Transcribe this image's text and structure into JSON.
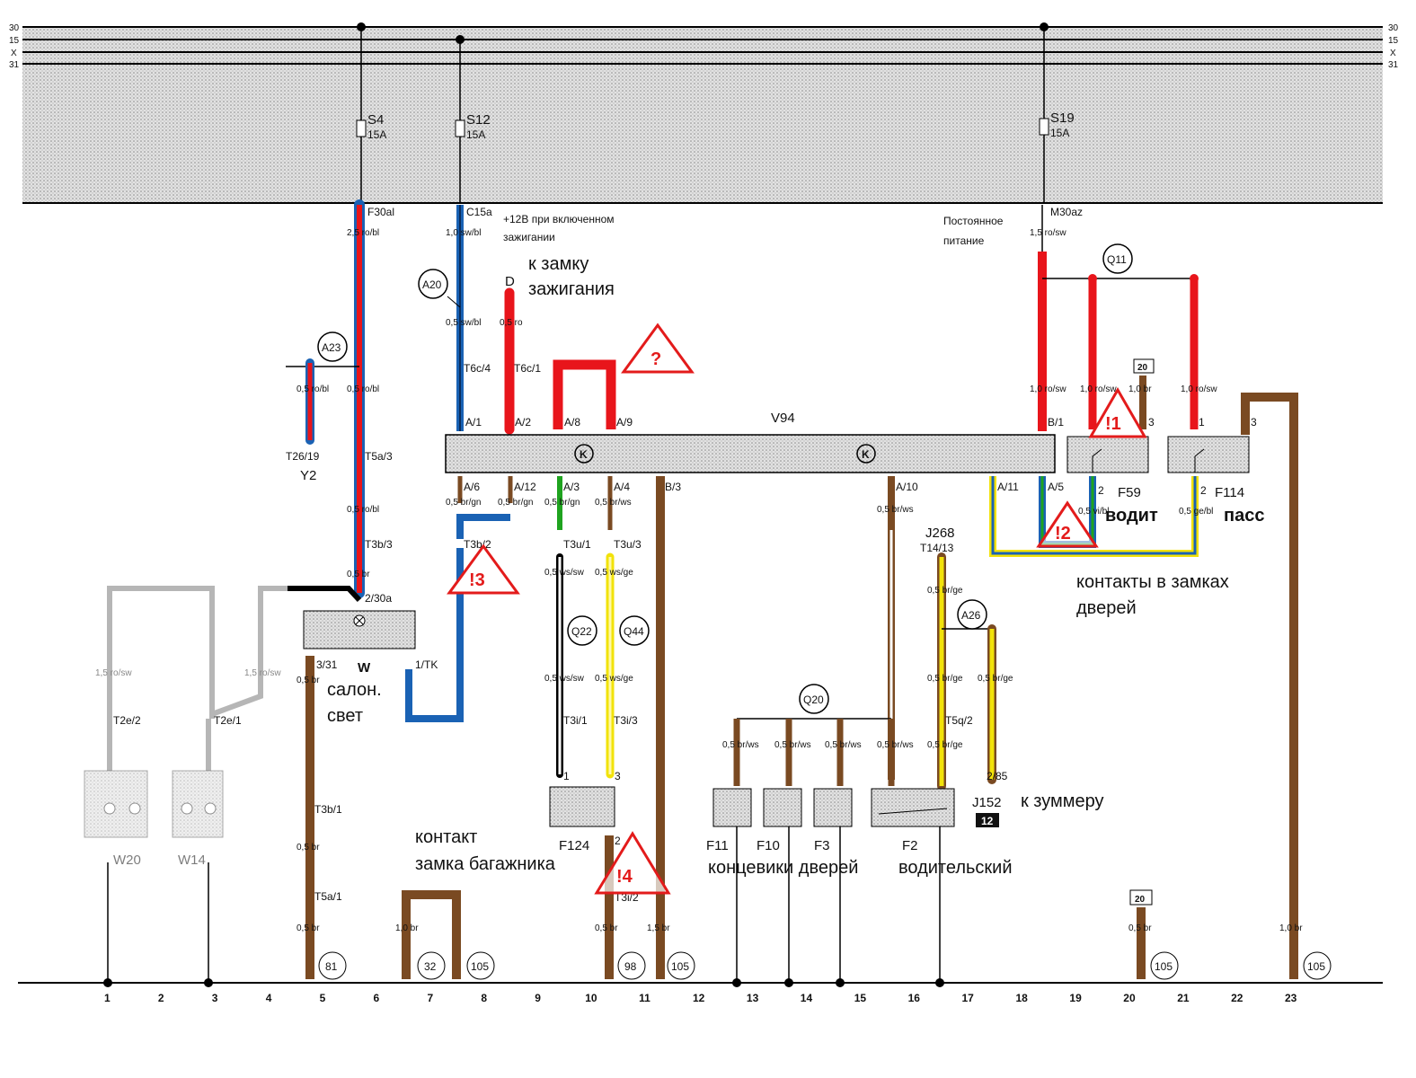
{
  "bus": {
    "left_labels": [
      "30",
      "15",
      "X",
      "31"
    ],
    "right_labels": [
      "30",
      "15",
      "X",
      "31"
    ]
  },
  "fuses": [
    {
      "id": "S4",
      "rating": "15A",
      "terminal": "F30al"
    },
    {
      "id": "S12",
      "rating": "15A",
      "terminal": "C15a"
    },
    {
      "id": "S19",
      "rating": "15A",
      "terminal": "M30az"
    }
  ],
  "notes": {
    "ignition_line1": "+12В при включенном",
    "ignition_line2": "зажигании",
    "permanent_line1": "Постоянное",
    "permanent_line2": "питание",
    "to_ignition_lock_1": "к замку",
    "to_ignition_lock_2": "зажигания",
    "ignition_lock_label": "D",
    "door_contacts_1": "контакты в замках",
    "door_contacts_2": "дверей",
    "trunk_contact_1": "контакт",
    "trunk_contact_2": "замка багажника",
    "door_switches": "концевики дверей",
    "driver_switch": "водительский",
    "to_buzzer": "к зуммеру",
    "salon_light_1": "салон.",
    "salon_light_2": "свет",
    "driver": "водит",
    "passenger": "пасс"
  },
  "warnings": [
    "?",
    "!1",
    "!2",
    "!3",
    "!4"
  ],
  "components": {
    "v94": "V94",
    "v94_k": "K",
    "w": "W",
    "w20": "W20",
    "w14": "W14",
    "y2": "Y2",
    "y2_conn": "T26/19",
    "f124": "F124",
    "f59": "F59",
    "f114": "F114",
    "f11": "F11",
    "f10": "F10",
    "f3": "F3",
    "f2": "F2",
    "j268": "J268",
    "j268_conn": "T14/13",
    "j152": "J152",
    "j152_box": "12",
    "box20": "20"
  },
  "nodes": [
    "A20",
    "A23",
    "A26",
    "Q11",
    "Q20",
    "Q22",
    "Q44"
  ],
  "v94_pins_top": [
    "A/1",
    "A/2",
    "A/8",
    "A/9",
    "B/1"
  ],
  "v94_pins_bottom": [
    "A/6",
    "A/12",
    "A/3",
    "A/4",
    "B/3",
    "A/10",
    "A/11",
    "A/5"
  ],
  "connectors": [
    "T6c/4",
    "T6c/1",
    "T5a/3",
    "T3b/3",
    "T3b/2",
    "T3u/1",
    "T3u/3",
    "T3i/1",
    "T3i/3",
    "T3i/2",
    "T3b/1",
    "T5a/1",
    "T5q/2",
    "T2e/2",
    "T2e/1",
    "2/30a",
    "3/31",
    "1/TK",
    "2/85"
  ],
  "wires": [
    "2,5 ro/bl",
    "1,0 sw/bl",
    "0,5 sw/bl",
    "0,5 ro",
    "0,5 ro/bl",
    "1,5 ro/sw",
    "1,0 ro/sw",
    "0,5 br/gn",
    "0,5 ws/sw",
    "0,5 ws/ge",
    "0,5 br/ws",
    "0,5 br/ge",
    "0,5 br",
    "1,0 br",
    "1,5 br",
    "0,5 ge/bl",
    "0,5 vi/bl"
  ],
  "ground_refs": [
    "81",
    "32",
    "105",
    "98",
    "105",
    "105",
    "105"
  ],
  "bottom_numbers": [
    "1",
    "2",
    "3",
    "4",
    "5",
    "6",
    "7",
    "8",
    "9",
    "10",
    "11",
    "12",
    "13",
    "14",
    "15",
    "16",
    "17",
    "18",
    "19",
    "20",
    "21",
    "22",
    "23"
  ],
  "colors": {
    "red": "#e8151b",
    "blue": "#1a62b4",
    "brown": "#7a4a22",
    "yellow": "#f2e20a",
    "green": "#1fa31f",
    "gray": "#b6b6b6",
    "warning": "#e31b1b"
  }
}
